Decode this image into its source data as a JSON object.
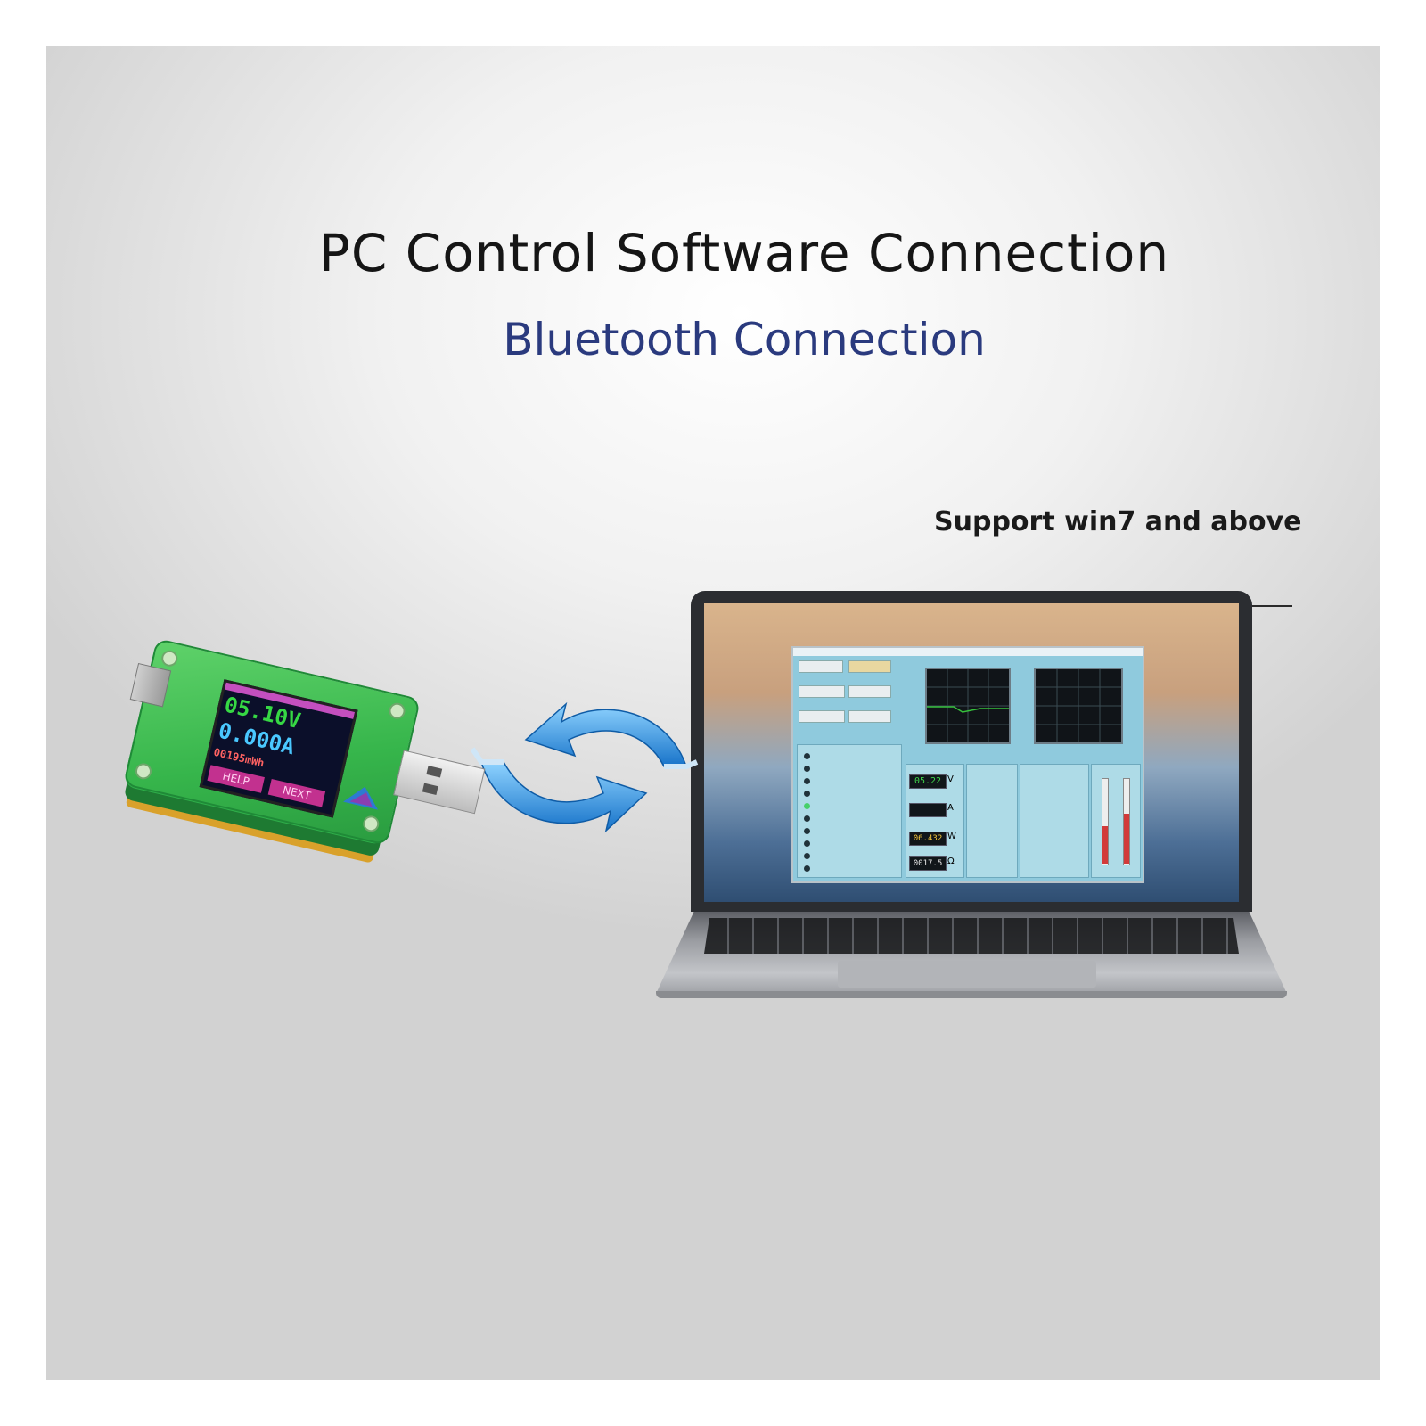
{
  "headline": {
    "title": "PC Control Software Connection",
    "subtitle": "Bluetooth Connection"
  },
  "callout": {
    "text": "Support win7 and above"
  },
  "meter_display": {
    "voltage": "05.10V",
    "current": "0.000A",
    "energy": "00195mWh",
    "button_left": "HELP",
    "button_right": "NEXT"
  },
  "app_readouts": {
    "voltage": "05.22",
    "power": "06.432",
    "resistance": "0017.5",
    "unit_v": "V",
    "unit_a": "A",
    "unit_w": "W",
    "unit_ohm": "Ω"
  },
  "icons": [
    "sync-arrows-icon",
    "laptop-icon",
    "usb-meter-icon"
  ],
  "colors": {
    "title": "#151515",
    "subtitle": "#2a3a7e",
    "arrow": "#1f86d6",
    "pcb": "#36b54b"
  }
}
